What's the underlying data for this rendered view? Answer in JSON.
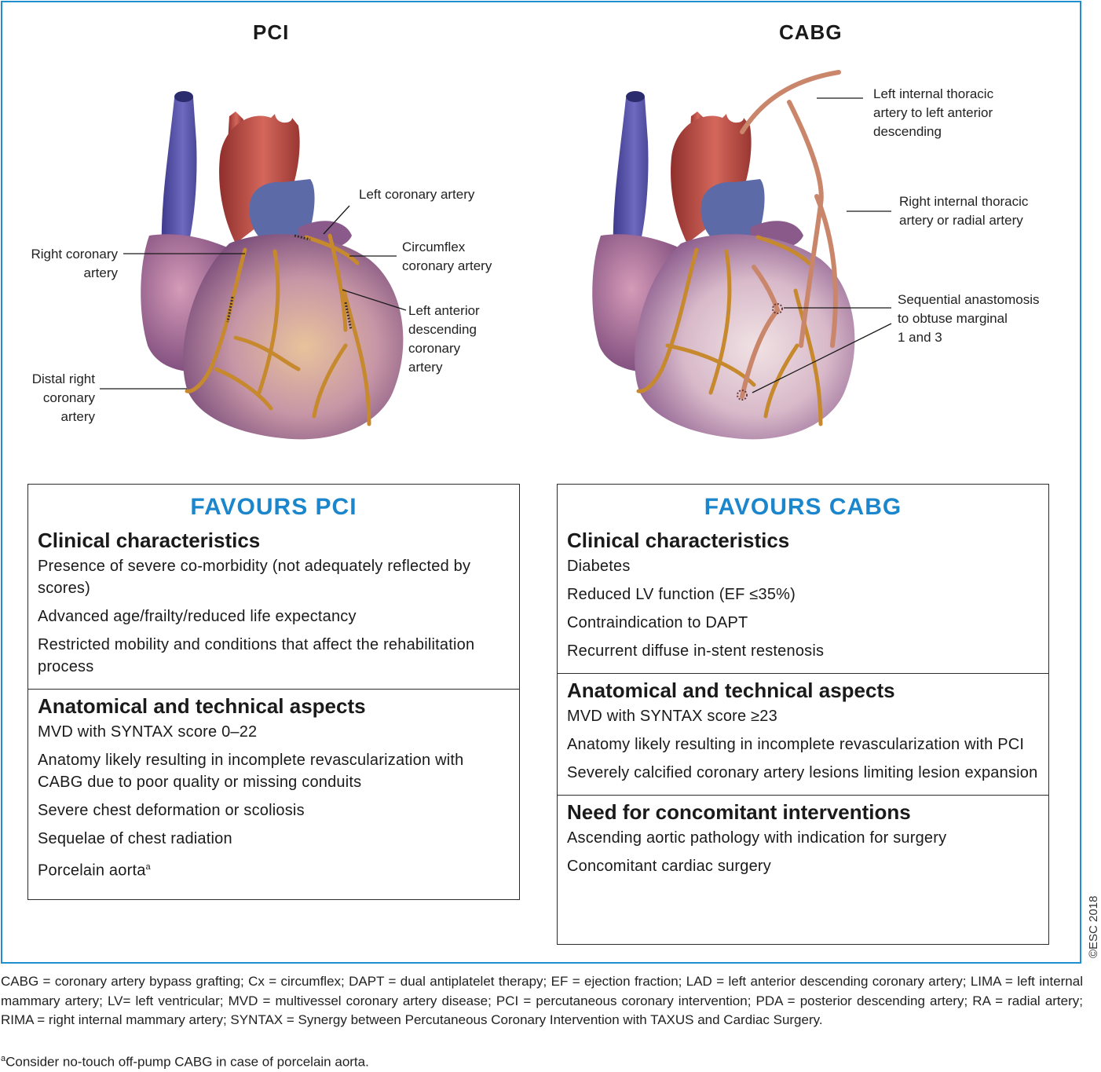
{
  "headings": {
    "pci": "PCI",
    "cabg": "CABG"
  },
  "pci_labels": {
    "left_coronary": "Left coronary artery",
    "right_coronary": [
      "Right coronary",
      "artery"
    ],
    "circumflex": [
      "Circumflex",
      "coronary artery"
    ],
    "lad": [
      "Left anterior",
      "descending",
      "coronary",
      "artery"
    ],
    "distal_right": [
      "Distal right",
      "coronary",
      "artery"
    ]
  },
  "cabg_labels": {
    "lita": [
      "Left internal thoracic",
      "artery to left anterior",
      "descending"
    ],
    "rita": [
      "Right internal thoracic",
      "artery or radial artery"
    ],
    "sequential": [
      "Sequential anastomosis",
      "to obtuse marginal",
      "1 and 3"
    ]
  },
  "favours_pci": {
    "title": "FAVOURS PCI",
    "clinical": {
      "heading": "Clinical characteristics",
      "items": [
        "Presence of severe co-morbidity (not adequately reflected by scores)",
        "Advanced age/frailty/reduced life expectancy",
        "Restricted mobility and conditions that affect the rehabilitation process"
      ]
    },
    "anatomical": {
      "heading": "Anatomical and technical aspects",
      "items": [
        "MVD with SYNTAX score 0–22",
        "Anatomy likely resulting in incomplete revascularization with CABG due to poor quality or missing conduits",
        "Severe chest deformation or scoliosis",
        "Sequelae of chest radiation",
        "Porcelain aorta"
      ],
      "superscript": "a"
    }
  },
  "favours_cabg": {
    "title": "FAVOURS CABG",
    "clinical": {
      "heading": "Clinical characteristics",
      "items": [
        "Diabetes",
        "Reduced LV function (EF ≤35%)",
        "Contraindication to DAPT",
        "Recurrent diffuse in-stent restenosis"
      ]
    },
    "anatomical": {
      "heading": "Anatomical and technical aspects",
      "items": [
        "MVD with SYNTAX score ≥23",
        "Anatomy likely resulting in incomplete revascularization with PCI",
        "Severely calcified coronary artery lesions limiting lesion expansion"
      ]
    },
    "concomitant": {
      "heading": "Need for concomitant interventions",
      "items": [
        "Ascending aortic pathology with indication for surgery",
        "Concomitant cardiac surgery"
      ]
    }
  },
  "footnote": "CABG = coronary artery bypass grafting; Cx = circumflex; DAPT = dual antiplatelet therapy; EF = ejection fraction; LAD = left anterior descending coronary artery; LIMA = left internal mammary artery; LV= left ventricular; MVD = multivessel coronary artery disease; PCI = percutaneous coronary intervention; PDA = posterior descending artery; RA = radial artery; RIMA = right internal mammary artery; SYNTAX = Synergy between Percutaneous Coronary Intervention with TAXUS and Cardiac Surgery.",
  "footnote_a": {
    "marker": "a",
    "text": "Consider no-touch off-pump CABG in case of porcelain aorta."
  },
  "copyright": "©ESC 2018",
  "colors": {
    "frame": "#1f8fd1",
    "panel_title": "#1b86cc",
    "vein": "#5b5aa8",
    "aorta": "#b5473f",
    "myocardium": "#a9799b",
    "vessel": "#c7892e"
  }
}
